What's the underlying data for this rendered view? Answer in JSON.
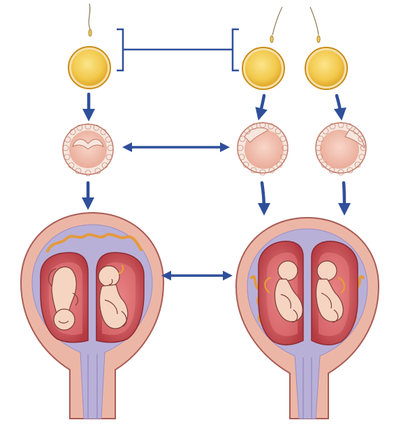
{
  "colors": {
    "arrow": "#2f4f9a",
    "egg_fill": "#f2c84b",
    "egg_rim": "#c98c1a",
    "blast_fill": "#f3c3b3",
    "blast_cell": "#f7e7de",
    "uterus_wall": "#ecb6a6",
    "uterus_outline": "#a85c55",
    "decidua": "#b9b0d8",
    "placenta": "#e49a3d",
    "sac_dark": "#a52f37",
    "sac_light": "#e77b7e",
    "fetus": "#f6d4c2",
    "fetus_line": "#7a3f38"
  },
  "icons": [
    "sperm-icon",
    "egg-icon",
    "blastocyst-icon",
    "uterus-icon",
    "fetus-icon",
    "arrow-icon",
    "bracket-icon"
  ],
  "columns": [
    {
      "name": "single-fertilization",
      "eggs": 1,
      "sperm": 1
    },
    {
      "name": "double-fertilization",
      "eggs": 2,
      "sperm": 2
    }
  ]
}
